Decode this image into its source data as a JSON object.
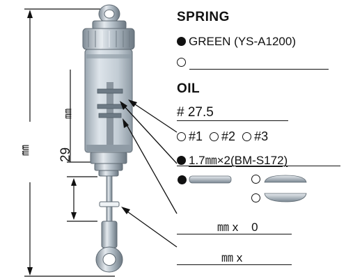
{
  "spring": {
    "heading": "SPRING",
    "option1": "GREEN (YS-A1200)"
  },
  "oil": {
    "heading": "OIL",
    "hash": "#",
    "weight": "27.5",
    "opt1": "#1",
    "opt2": "#2",
    "opt3": "#3",
    "piston": "1.7㎜×2(BM-S172)"
  },
  "measures": {
    "mm_x_1": "㎜ x",
    "zero": "0",
    "mm_x_2": "㎜ x"
  },
  "dimensions": {
    "total_mm": "㎜",
    "inner_mm": "㎜",
    "stroke": "29"
  },
  "colors": {
    "shock_body": "#a9b4bd",
    "shock_dark": "#6f7b85",
    "shock_light": "#dfe5ea",
    "line": "#111111"
  }
}
